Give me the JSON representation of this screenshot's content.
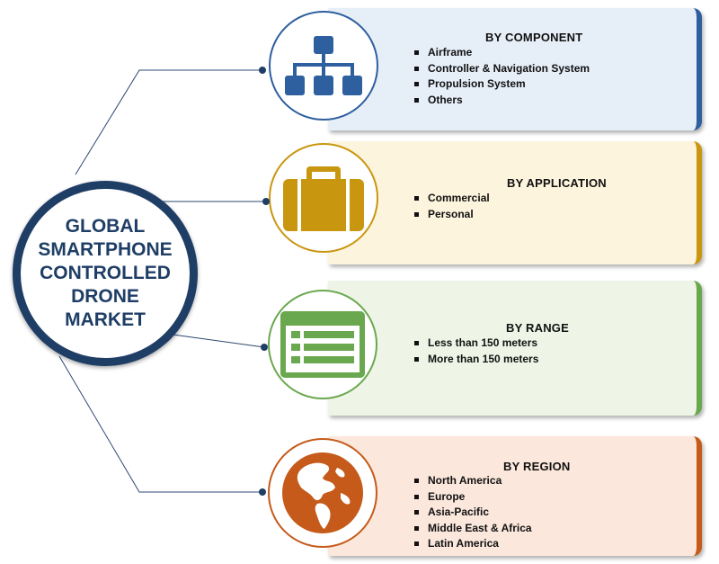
{
  "center": {
    "title": "GLOBAL\nSMARTPHONE\nCONTROLLED\nDRONE\nMARKET"
  },
  "segments": [
    {
      "heading": "BY COMPONENT",
      "items": [
        "Airframe",
        "Controller & Navigation System",
        "Propulsion System",
        "Others"
      ],
      "icon": "hierarchy-icon",
      "accent": "#2e5f9e",
      "panel_fill": "#e6eef8"
    },
    {
      "heading": "BY APPLICATION",
      "items": [
        "Commercial",
        "Personal"
      ],
      "icon": "briefcase-icon",
      "accent": "#c9960f",
      "panel_fill": "#fdf4dd"
    },
    {
      "heading": "BY RANGE",
      "items": [
        "Less than 150 meters",
        "More than 150 meters"
      ],
      "icon": "list-window-icon",
      "accent": "#6aa84f",
      "panel_fill": "#eef5e6"
    },
    {
      "heading": "BY REGION",
      "items": [
        "North America",
        "Europe",
        "Asia-Pacific",
        "Middle East & Africa",
        "Latin America"
      ],
      "icon": "globe-icon",
      "accent": "#c55a1a",
      "panel_fill": "#fbe7dc"
    }
  ],
  "colors": {
    "center_ring": "#1f3e66",
    "connector": "#2c4770"
  }
}
